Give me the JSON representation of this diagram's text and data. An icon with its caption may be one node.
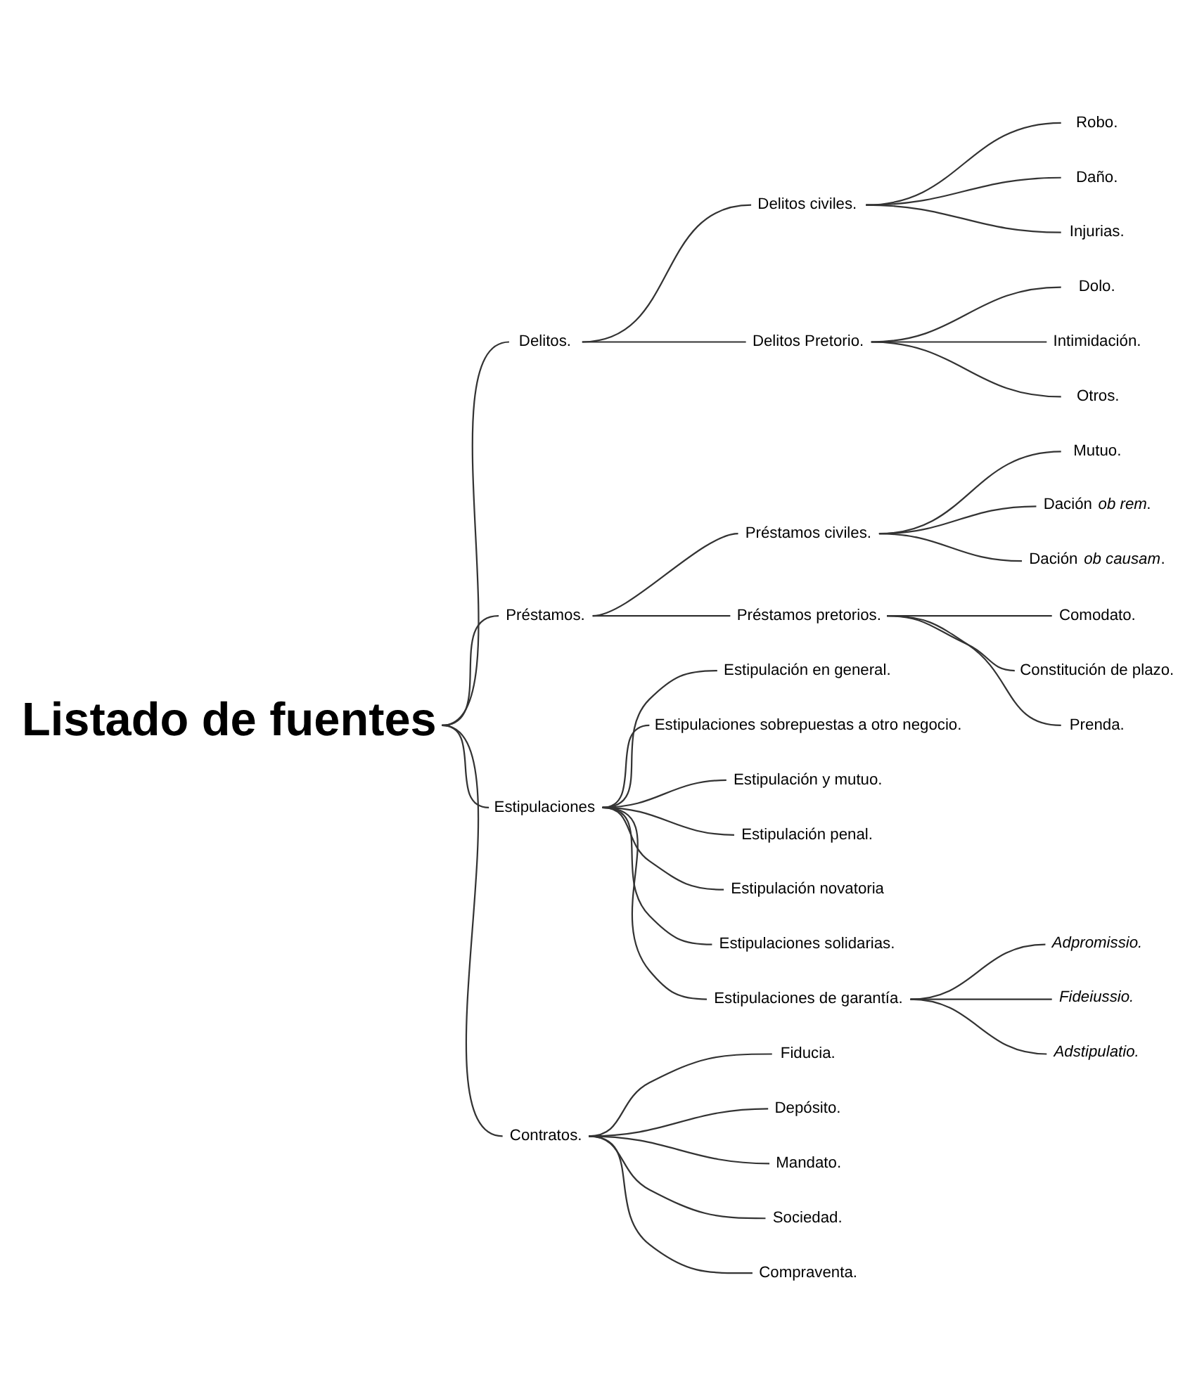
{
  "diagram": {
    "nodes": [
      {
        "text": [
          "Listado de fuentes"
        ]
      },
      {
        "text": [
          "Delitos."
        ]
      },
      {
        "text": [
          "Delitos civiles."
        ]
      },
      {
        "text": [
          "Robo."
        ]
      },
      {
        "text": [
          "Daño."
        ]
      },
      {
        "text": [
          "Injurias."
        ]
      },
      {
        "text": [
          "Delitos Pretorio."
        ]
      },
      {
        "text": [
          "Dolo."
        ]
      },
      {
        "text": [
          "Intimidación."
        ]
      },
      {
        "text": [
          "Otros."
        ]
      },
      {
        "text": [
          "Préstamos."
        ]
      },
      {
        "text": [
          "Préstamos civiles."
        ]
      },
      {
        "text": [
          "Mutuo."
        ]
      },
      {
        "text": [
          "Dación *ob rem*."
        ]
      },
      {
        "text": [
          "Dación *ob causam*."
        ]
      },
      {
        "text": [
          "Préstamos pretorios."
        ]
      },
      {
        "text": [
          "Comodato."
        ]
      },
      {
        "text": [
          "Constitución de plazo."
        ]
      },
      {
        "text": [
          "Prenda."
        ]
      },
      {
        "text": [
          "Estipulaciones"
        ]
      },
      {
        "text": [
          "Estipulación en general."
        ]
      },
      {
        "text": [
          "Estipulaciones sobrepuestas a otro negocio."
        ]
      },
      {
        "text": [
          "Estipulación y mutuo."
        ]
      },
      {
        "text": [
          "Estipulación penal."
        ]
      },
      {
        "text": [
          "Estipulación novatoria"
        ]
      },
      {
        "text": [
          "Estipulaciones solidarias."
        ]
      },
      {
        "text": [
          "Estipulaciones de garantía."
        ]
      },
      {
        "text": [
          "Adpromissio."
        ]
      },
      {
        "text": [
          "Fideiussio."
        ]
      },
      {
        "text": [
          "Adstipulatio."
        ]
      },
      {
        "text": [
          "Contratos."
        ]
      },
      {
        "text": [
          "Fiducia."
        ]
      },
      {
        "text": [
          "Depósito."
        ]
      },
      {
        "text": [
          "Mandato."
        ]
      },
      {
        "text": [
          "Sociedad."
        ]
      },
      {
        "text": [
          "Compraventa."
        ]
      }
    ],
    "edges": [
      {
        "from": 0,
        "to": 1,
        "arrow": "none"
      },
      {
        "from": 0,
        "to": 10,
        "arrow": "none"
      },
      {
        "from": 0,
        "to": 19,
        "arrow": "none"
      },
      {
        "from": 0,
        "to": 30,
        "arrow": "none"
      },
      {
        "from": 1,
        "to": 2,
        "arrow": "none"
      },
      {
        "from": 1,
        "to": 6,
        "arrow": "none"
      },
      {
        "from": 2,
        "to": 3,
        "arrow": "none"
      },
      {
        "from": 2,
        "to": 4,
        "arrow": "none"
      },
      {
        "from": 2,
        "to": 5,
        "arrow": "none"
      },
      {
        "from": 6,
        "to": 7,
        "arrow": "none"
      },
      {
        "from": 6,
        "to": 8,
        "arrow": "none"
      },
      {
        "from": 6,
        "to": 9,
        "arrow": "none"
      },
      {
        "from": 10,
        "to": 11,
        "arrow": "none"
      },
      {
        "from": 10,
        "to": 15,
        "arrow": "none"
      },
      {
        "from": 11,
        "to": 12,
        "arrow": "none"
      },
      {
        "from": 11,
        "to": 13,
        "arrow": "none"
      },
      {
        "from": 11,
        "to": 14,
        "arrow": "none"
      },
      {
        "from": 15,
        "to": 16,
        "arrow": "none"
      },
      {
        "from": 15,
        "to": 17,
        "arrow": "none"
      },
      {
        "from": 15,
        "to": 18,
        "arrow": "none"
      },
      {
        "from": 19,
        "to": 20,
        "arrow": "none"
      },
      {
        "from": 19,
        "to": 21,
        "arrow": "none"
      },
      {
        "from": 19,
        "to": 22,
        "arrow": "none"
      },
      {
        "from": 19,
        "to": 23,
        "arrow": "none"
      },
      {
        "from": 19,
        "to": 24,
        "arrow": "none"
      },
      {
        "from": 19,
        "to": 25,
        "arrow": "none"
      },
      {
        "from": 19,
        "to": 26,
        "arrow": "none"
      },
      {
        "from": 26,
        "to": 27,
        "arrow": "none"
      },
      {
        "from": 26,
        "to": 28,
        "arrow": "none"
      },
      {
        "from": 26,
        "to": 29,
        "arrow": "none"
      },
      {
        "from": 30,
        "to": 31,
        "arrow": "none"
      },
      {
        "from": 30,
        "to": 32,
        "arrow": "none"
      },
      {
        "from": 30,
        "to": 33,
        "arrow": "none"
      },
      {
        "from": 30,
        "to": 34,
        "arrow": "none"
      },
      {
        "from": 30,
        "to": 35,
        "arrow": "none"
      }
    ]
  }
}
